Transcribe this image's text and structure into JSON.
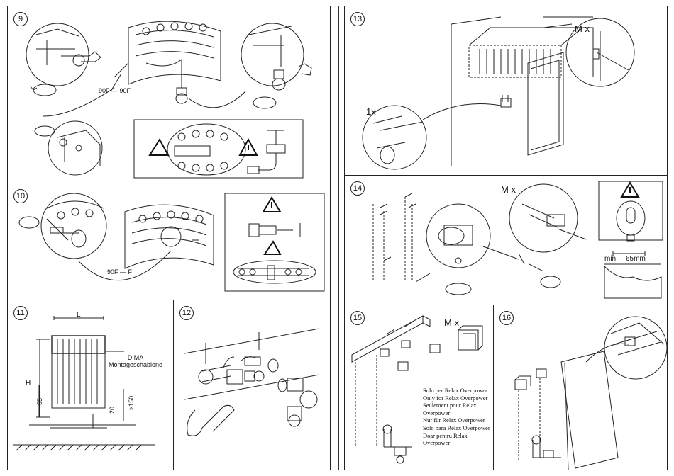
{
  "steps": [
    {
      "number": "9",
      "label_fitting": "90F — 90F"
    },
    {
      "number": "10",
      "label_fitting": "90F — F"
    },
    {
      "number": "11",
      "dim_L": "L",
      "dim_H": "H",
      "dim_55": "55",
      "dim_20": "20",
      "dim_150": ">150",
      "template_label": "DIMA\nMontageschablone"
    },
    {
      "number": "12"
    },
    {
      "number": "13",
      "qty_top": "M x",
      "qty_left": "1x"
    },
    {
      "number": "14",
      "qty": "M x",
      "min_label": "min",
      "dim_65": "65mm"
    },
    {
      "number": "15",
      "qty": "M x",
      "note_lines": [
        "Solo per Relax Overpower",
        "Only for Relax Overpower",
        "Seulement pour Relax",
        "Overpower",
        "Nur für Relax Overpower",
        "Solo para Relax Overpower",
        "Doar pentru Relax",
        "Overpower"
      ]
    },
    {
      "number": "16"
    }
  ],
  "icons": [
    "warning-triangle-icon",
    "angle-triangle-icon",
    "rotate-arrow-icon",
    "hex-key-icon"
  ]
}
